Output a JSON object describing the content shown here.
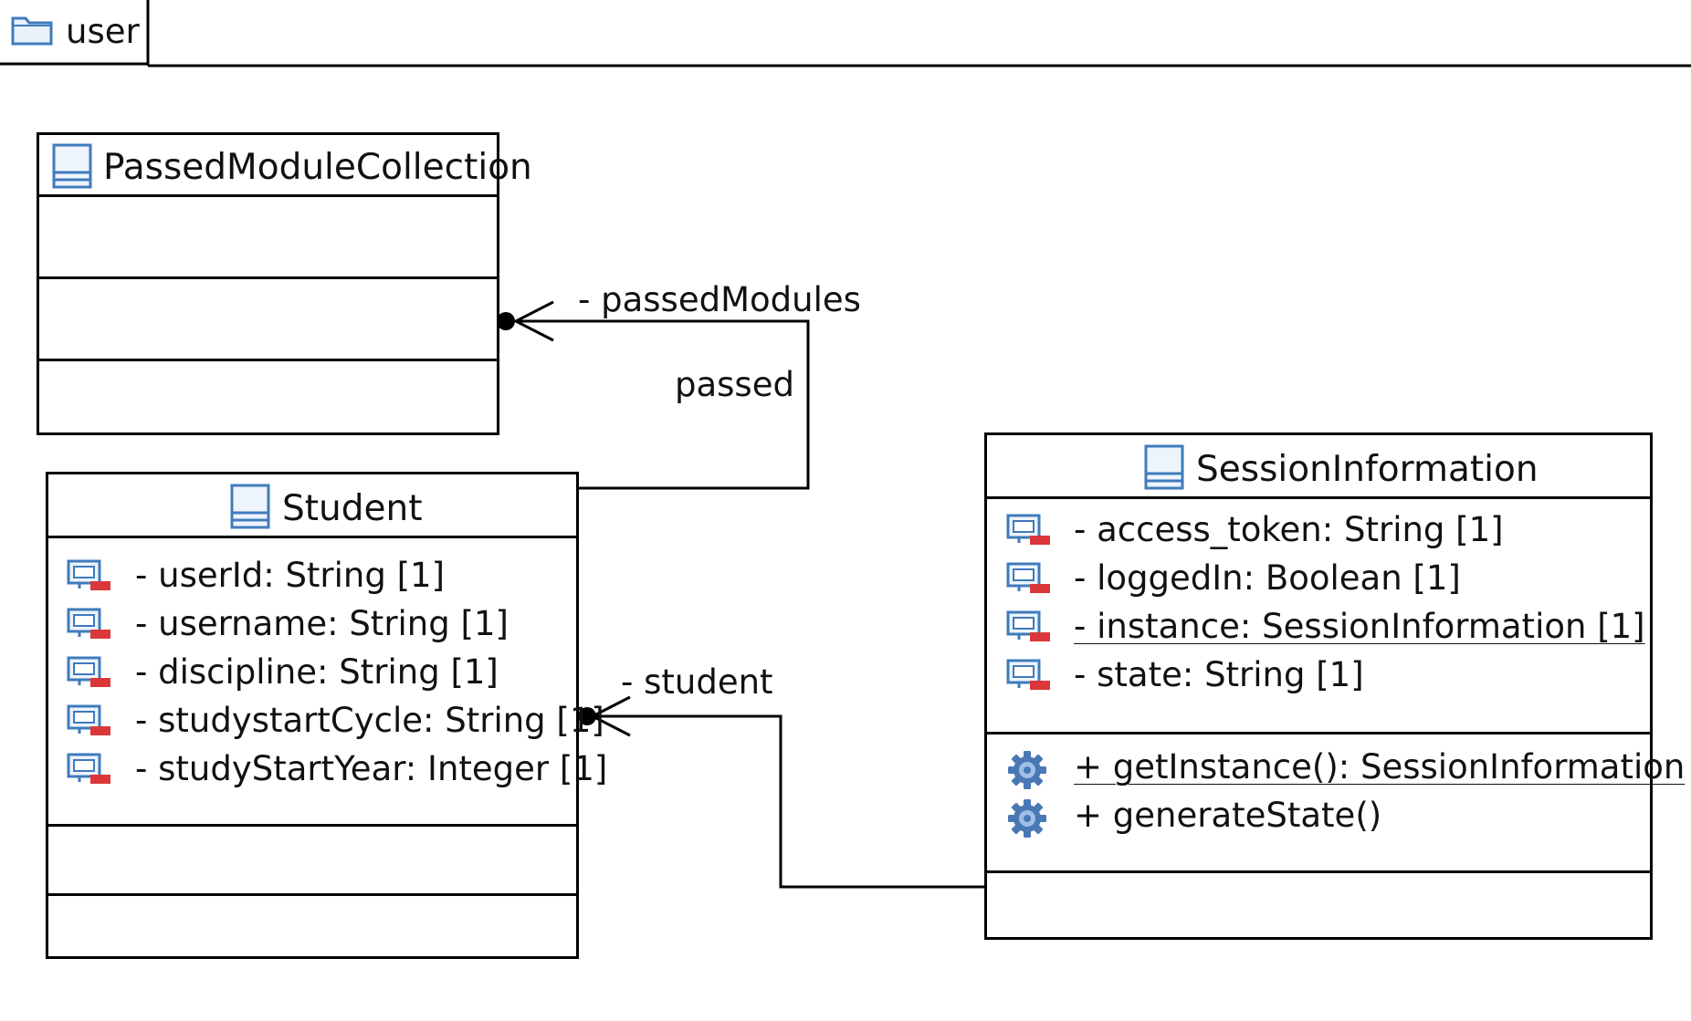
{
  "package": {
    "name": "user"
  },
  "classes": {
    "passed_module_collection": {
      "name": "PassedModuleCollection"
    },
    "student": {
      "name": "Student",
      "attributes": [
        "- userId: String [1]",
        "- username: String [1]",
        "- discipline: String [1]",
        "- studystartCycle: String [1]",
        "- studyStartYear: Integer [1]"
      ]
    },
    "session_information": {
      "name": "SessionInformation",
      "attributes": [
        "- access_token: String [1]",
        "- loggedIn: Boolean [1]",
        "- instance: SessionInformation [1]",
        "- state: String [1]"
      ],
      "operations": [
        "+ getInstance(): SessionInformation",
        "+ generateState()"
      ]
    }
  },
  "associations": {
    "passed": {
      "name": "passed",
      "role": "- passedModules"
    },
    "student_link": {
      "role": "- student"
    }
  },
  "icons": {
    "package": "folder-icon",
    "class": "class-icon",
    "attribute": "private-attribute-icon",
    "operation": "operation-gear-icon"
  },
  "colors": {
    "line": "#000000",
    "icon_blue": "#3f7bbd",
    "icon_red": "#d9373a",
    "gear_blue": "#4a78b5"
  }
}
